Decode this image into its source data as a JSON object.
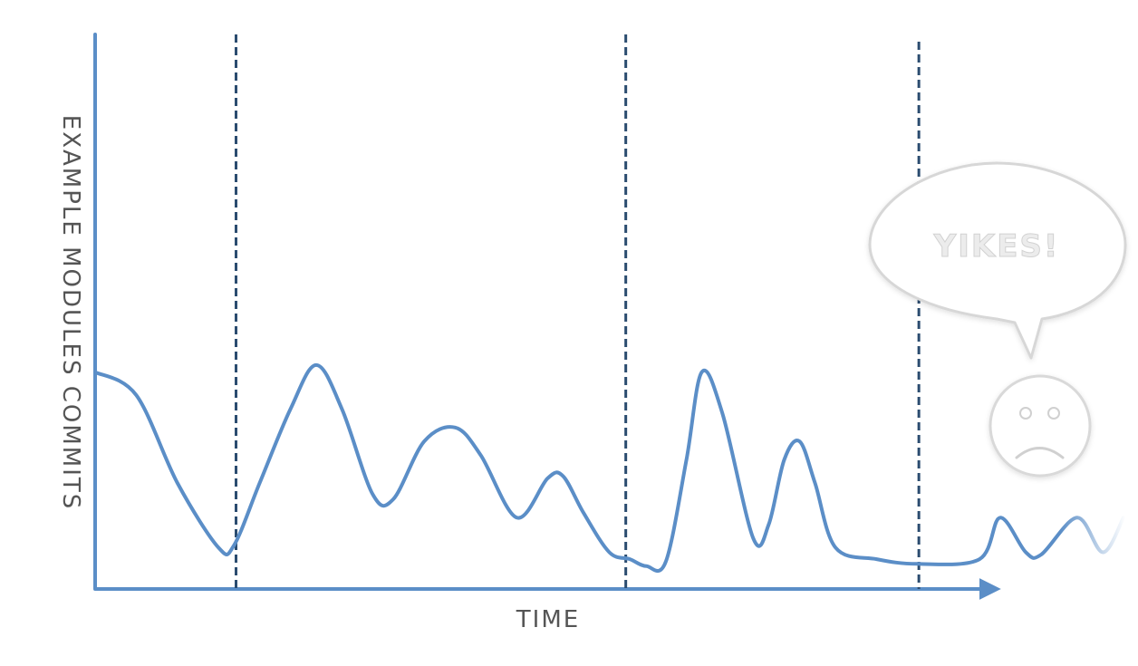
{
  "colors": {
    "series": "#5b8ec7",
    "axis": "#5b8ec7",
    "marker": "#2b4c6f",
    "label": "#555555",
    "bubble_stroke": "#d7d7d7",
    "bubble_text": "#f0f0f0",
    "face_stroke": "#d9d9d9"
  },
  "chart_data": {
    "type": "line",
    "xlabel": "TIME",
    "ylabel": "EXAMPLE MODULES COMMITS",
    "grid": false,
    "legend": "none",
    "xlim": [
      0,
      100
    ],
    "ylim": [
      0,
      100
    ],
    "series": [
      {
        "values": [
          [
            0,
            88
          ],
          [
            4,
            78
          ],
          [
            8,
            40
          ],
          [
            12,
            12
          ],
          [
            13.5,
            13
          ],
          [
            16,
            40
          ],
          [
            19,
            72
          ],
          [
            21.5,
            91
          ],
          [
            24,
            72
          ],
          [
            27,
            35
          ],
          [
            29,
            33
          ],
          [
            32,
            58
          ],
          [
            35,
            64
          ],
          [
            37.5,
            52
          ],
          [
            41,
            25
          ],
          [
            44,
            42
          ],
          [
            45.5,
            43
          ],
          [
            47.5,
            27
          ],
          [
            50,
            10
          ],
          [
            52,
            7
          ],
          [
            53.6,
            4
          ],
          [
            55.5,
            6
          ],
          [
            57.5,
            50
          ],
          [
            59,
            88
          ],
          [
            61,
            70
          ],
          [
            64,
            16
          ],
          [
            65.5,
            22
          ],
          [
            67,
            50
          ],
          [
            68.5,
            58
          ],
          [
            70,
            40
          ],
          [
            72,
            12
          ],
          [
            76,
            7
          ],
          [
            80,
            5
          ],
          [
            86,
            7
          ],
          [
            88,
            25
          ],
          [
            90.5,
            10
          ],
          [
            92,
            9
          ],
          [
            95.5,
            25
          ],
          [
            98,
            10
          ],
          [
            100,
            25
          ]
        ]
      }
    ],
    "markers": [
      {
        "x": 13.7
      },
      {
        "x": 51.6
      },
      {
        "x": 80.1
      }
    ],
    "annotations": [
      {
        "text": "YIKES!"
      }
    ]
  }
}
